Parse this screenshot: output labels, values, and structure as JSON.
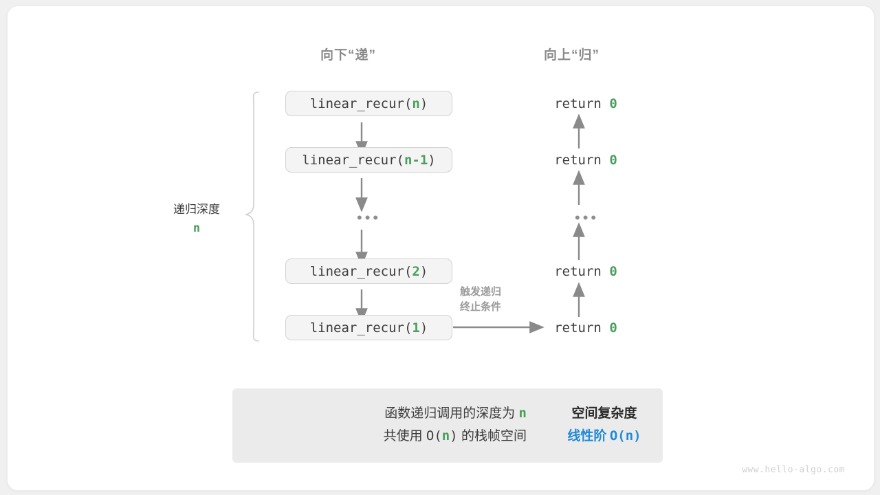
{
  "headers": {
    "down": "向下“递”",
    "up": "向上“归”"
  },
  "depth": {
    "label": "递归深度",
    "value": "n"
  },
  "calls": [
    {
      "prefix": "linear_recur(",
      "arg": "n",
      "suffix": ")"
    },
    {
      "prefix": "linear_recur(",
      "arg": "n-1",
      "suffix": ")"
    },
    {
      "prefix": "linear_recur(",
      "arg": "2",
      "suffix": ")"
    },
    {
      "prefix": "linear_recur(",
      "arg": "1",
      "suffix": ")"
    }
  ],
  "returns": [
    {
      "keyword": "return",
      "value": "0"
    },
    {
      "keyword": "return",
      "value": "0"
    },
    {
      "keyword": "return",
      "value": "0"
    },
    {
      "keyword": "return",
      "value": "0"
    }
  ],
  "ellipsis": "•••",
  "trigger_note": {
    "line1": "触发递归",
    "line2": "终止条件"
  },
  "summary": {
    "left_line1_a": "函数递归调用的深度为",
    "left_line1_n": "n",
    "left_line2_a": "共使用",
    "left_line2_b": "O(",
    "left_line2_n": "n",
    "left_line2_c": ")",
    "left_line2_d": "的栈帧空间",
    "arrow_icon": "right-block-arrow",
    "right_title": "空间复杂度",
    "right_value_label": "线性阶",
    "right_value_expr": "O(n)"
  },
  "watermark": "www.hello-algo.com",
  "colors": {
    "accent_green": "#4a9e5c",
    "accent_blue": "#1f8ad6",
    "box_fill": "#f4f4f4",
    "box_border": "#d2d2d2",
    "arrow_gray": "#8a8a8a",
    "summary_bg": "#ebebeb"
  }
}
